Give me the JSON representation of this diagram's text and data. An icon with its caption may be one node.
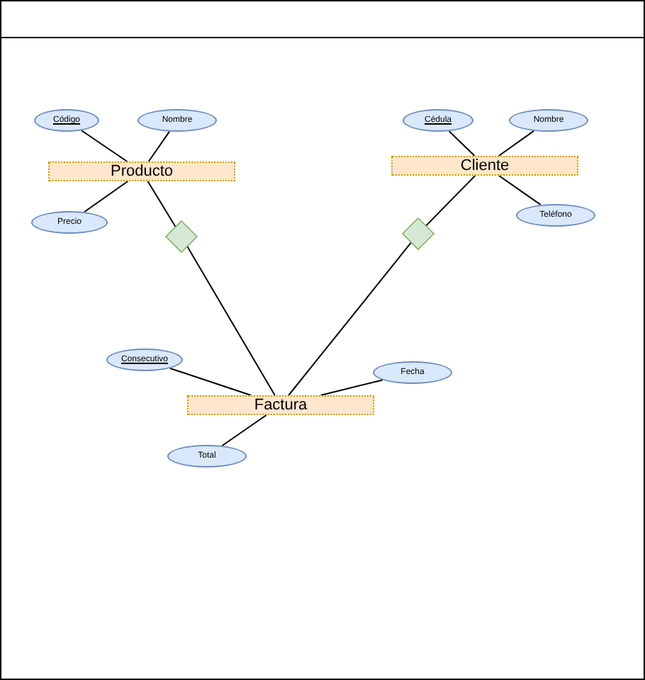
{
  "diagram": {
    "nodes": [
      {
        "text": [
          "Código"
        ]
      },
      {
        "text": [
          "Nombre"
        ]
      },
      {
        "text": [
          "Producto"
        ]
      },
      {
        "text": [
          "Precio"
        ]
      },
      {
        "text": [],
        "shape": "diamond"
      },
      {
        "text": [
          "Cédula"
        ]
      },
      {
        "text": [
          "Nombre"
        ]
      },
      {
        "text": [
          "Cliente"
        ]
      },
      {
        "text": [
          "Teléfono"
        ]
      },
      {
        "text": [],
        "shape": "diamond"
      },
      {
        "text": [
          "Consecutivo"
        ]
      },
      {
        "text": [
          "Factura"
        ]
      },
      {
        "text": [
          "Fecha"
        ]
      },
      {
        "text": [
          "Total"
        ]
      }
    ],
    "edges": [
      {
        "from": 0,
        "to": 2,
        "arrow": "none"
      },
      {
        "from": 1,
        "to": 2,
        "arrow": "none"
      },
      {
        "from": 3,
        "to": 2,
        "arrow": "none"
      },
      {
        "from": 2,
        "to": 4,
        "arrow": "none"
      },
      {
        "from": 4,
        "to": 11,
        "arrow": "none"
      },
      {
        "from": 5,
        "to": 7,
        "arrow": "none"
      },
      {
        "from": 6,
        "to": 7,
        "arrow": "none"
      },
      {
        "from": 8,
        "to": 7,
        "arrow": "none"
      },
      {
        "from": 7,
        "to": 9,
        "arrow": "none"
      },
      {
        "from": 9,
        "to": 11,
        "arrow": "none"
      },
      {
        "from": 10,
        "to": 11,
        "arrow": "none"
      },
      {
        "from": 12,
        "to": 11,
        "arrow": "none"
      },
      {
        "from": 13,
        "to": 11,
        "arrow": "none"
      }
    ]
  }
}
